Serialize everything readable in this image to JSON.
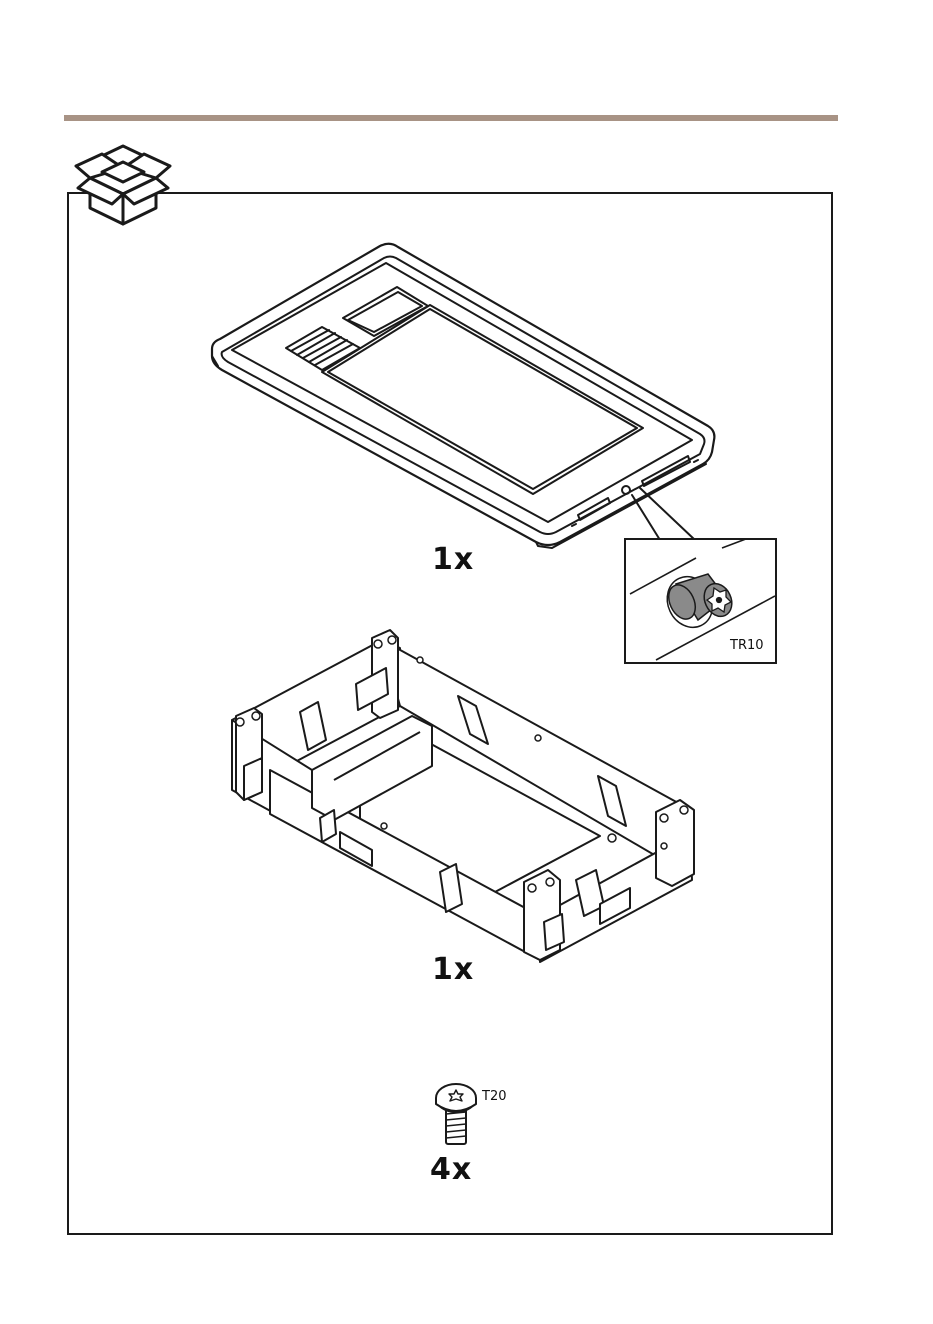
{
  "colors": {
    "rule": "#a89385",
    "line": "#1a1a1a",
    "bit_fill": "#8a8a8a"
  },
  "icons": {
    "package": "open-box-icon"
  },
  "items": [
    {
      "quantity": "1x"
    },
    {
      "quantity": "1x"
    },
    {
      "quantity": "4x",
      "tool": "T20"
    }
  ],
  "callout": {
    "tool": "TR10"
  }
}
